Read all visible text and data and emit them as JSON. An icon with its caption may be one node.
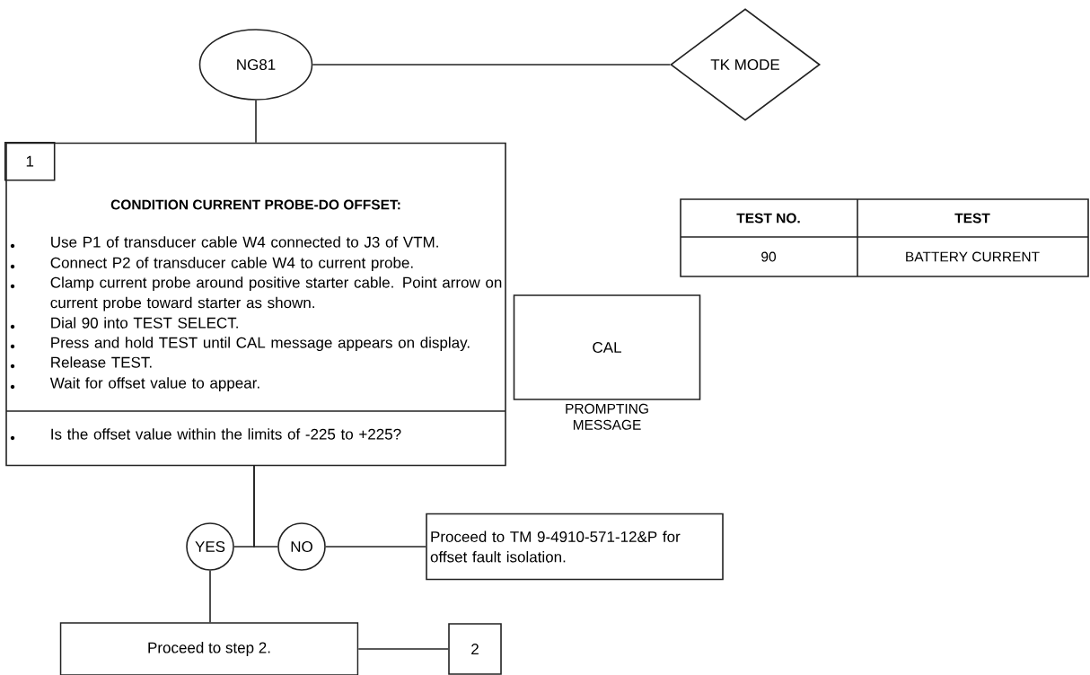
{
  "diagram": {
    "nodes": [
      {
        "text": [
          "NG81"
        ]
      },
      {
        "text": [
          "TK MODE"
        ]
      },
      {
        "text": [
          "CONDITION CURRENT PROBE-DO OFFSET:",
          "Use P1 of transducer cable W4 connected to J3 of VTM.",
          "Connect P2 of transducer cable W4 to current probe.",
          "Clamp current probe around positive starter cable. Point arrow on current probe toward starter as shown.",
          "Dial 90 into TEST SELECT.",
          "Press and hold TEST until CAL message appears on display.",
          "Release TEST.",
          "Wait for offset value to appear.",
          "Is the offset value within the limits of -225 to +225?"
        ]
      },
      {
        "text": [
          "1"
        ],
        "in": 2
      },
      {
        "text": [
          "CAL"
        ],
        "beside": [
          "PROMPTING MESSAGE"
        ]
      },
      {
        "text": [
          "YES"
        ]
      },
      {
        "text": [
          "NO"
        ]
      },
      {
        "text": [
          "Proceed to TM 9-4910-571-12&P for offset fault isolation."
        ]
      },
      {
        "text": [
          "Proceed to step 2."
        ]
      },
      {
        "text": [
          "2"
        ]
      }
    ],
    "edges": [
      {
        "from": 0,
        "to": 1,
        "arrow": "none"
      },
      {
        "from": 0,
        "to": 2,
        "arrow": "none"
      },
      {
        "from": 2,
        "to": 5,
        "arrow": "none"
      },
      {
        "from": 2,
        "to": 6,
        "arrow": "none"
      },
      {
        "from": 6,
        "to": 7,
        "arrow": "none"
      },
      {
        "from": 5,
        "to": 8,
        "arrow": "none"
      },
      {
        "from": 8,
        "to": 9,
        "arrow": "none"
      }
    ],
    "labels": [
      "TEST NO.",
      "TEST",
      "90",
      "BATTERY CURRENT"
    ]
  }
}
